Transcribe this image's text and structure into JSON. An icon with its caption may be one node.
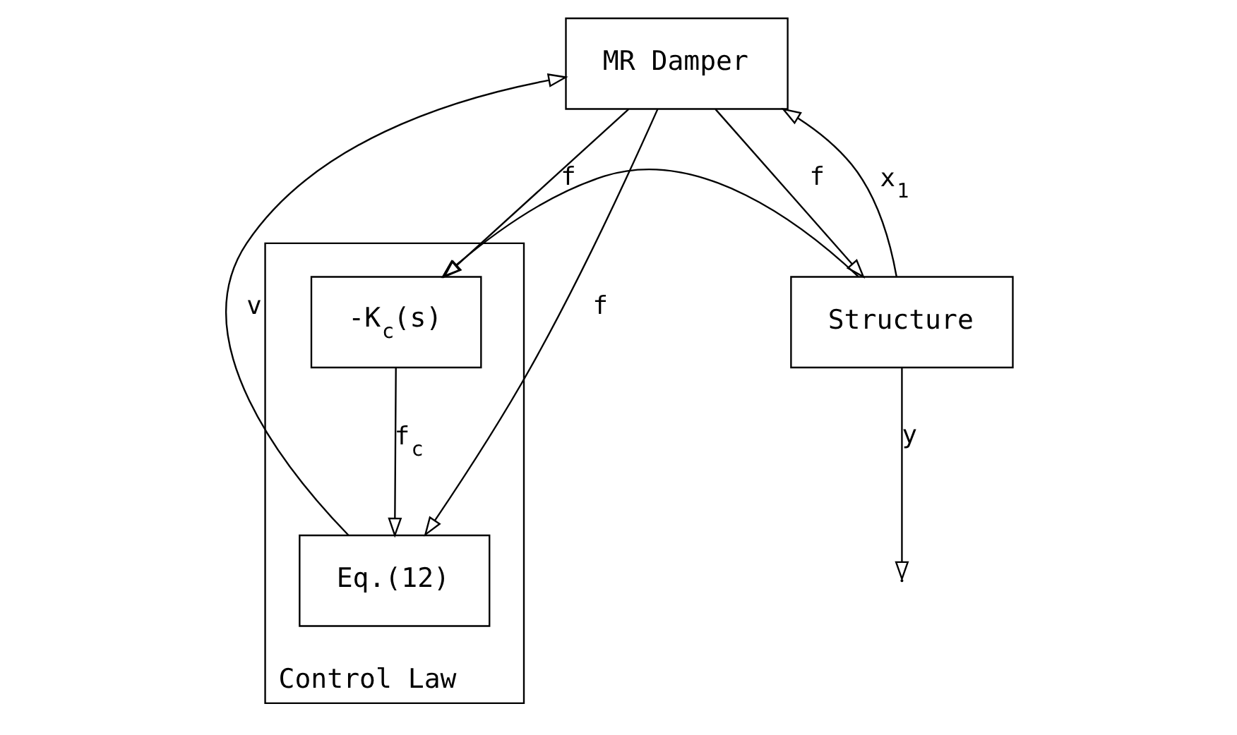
{
  "diagram": {
    "nodes": [
      {
        "text": [
          "Control Law"
        ]
      },
      {
        "text": [
          "MR Damper"
        ]
      },
      {
        "text": [
          "Structure"
        ]
      },
      {
        "text": [
          "Eq.(12)"
        ],
        "in": 0
      },
      {
        "text": [
          "-K$_{c}$(s)"
        ],
        "in": 0
      }
    ],
    "edges": [
      {
        "from": 3,
        "to": 1,
        "arrow": "to",
        "label": "v"
      },
      {
        "from": 2,
        "to": 1,
        "arrow": "to",
        "label": "x$_{1}$"
      },
      {
        "from": 1,
        "to": 2,
        "arrow": "to",
        "label": "f"
      },
      {
        "from": 1,
        "to": 3,
        "arrow": "to",
        "label": "f"
      },
      {
        "from": 1,
        "to": 4,
        "arrow": "to",
        "label": "f"
      },
      {
        "from": 2,
        "to": null,
        "arrow": "to",
        "label": "y"
      },
      {
        "from": 2,
        "to": 4,
        "arrow": "to"
      },
      {
        "from": 4,
        "to": 3,
        "arrow": "to",
        "label": "f$_{c}$"
      }
    ]
  }
}
